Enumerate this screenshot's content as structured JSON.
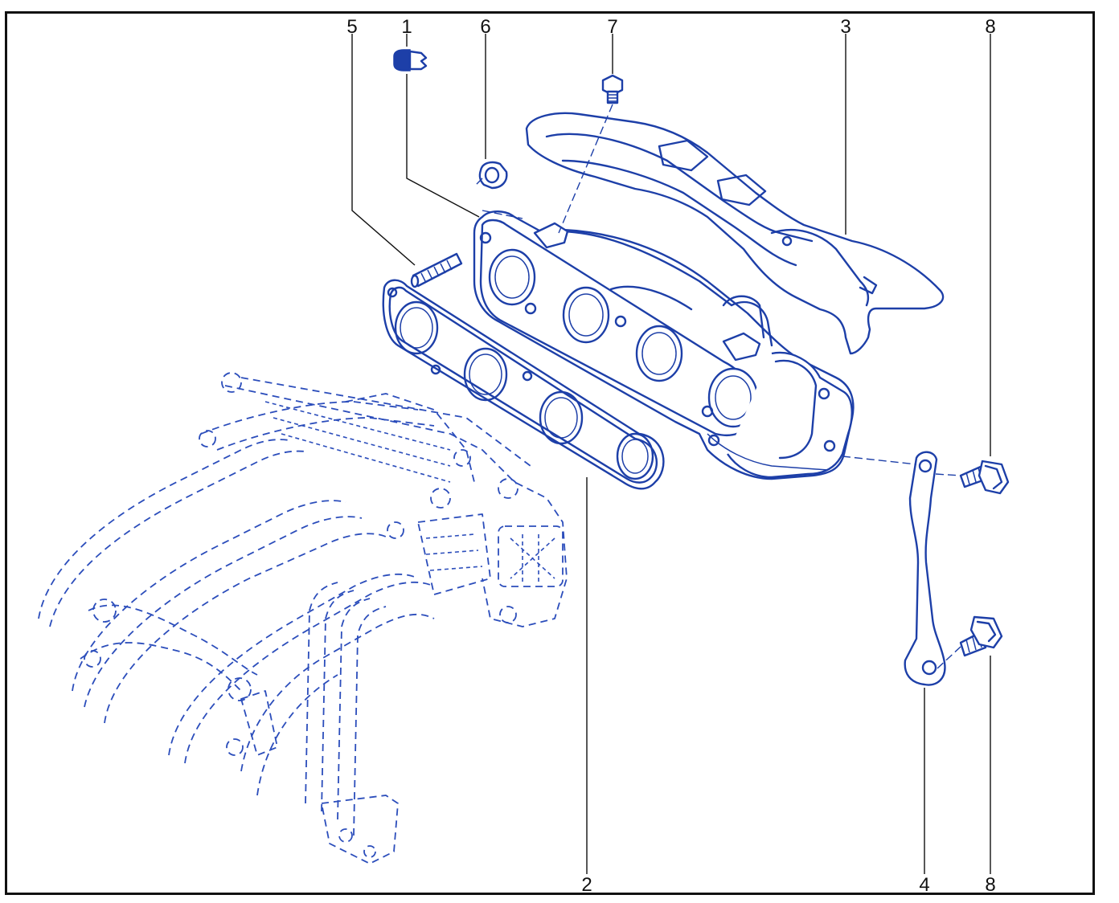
{
  "callouts": {
    "c1": "1",
    "c2": "2",
    "c3": "3",
    "c4": "4",
    "c5": "5",
    "c6": "6",
    "c7": "7",
    "c8a": "8",
    "c8b": "8"
  },
  "colors": {
    "line": "#1d3fa8",
    "frame": "#111111"
  }
}
